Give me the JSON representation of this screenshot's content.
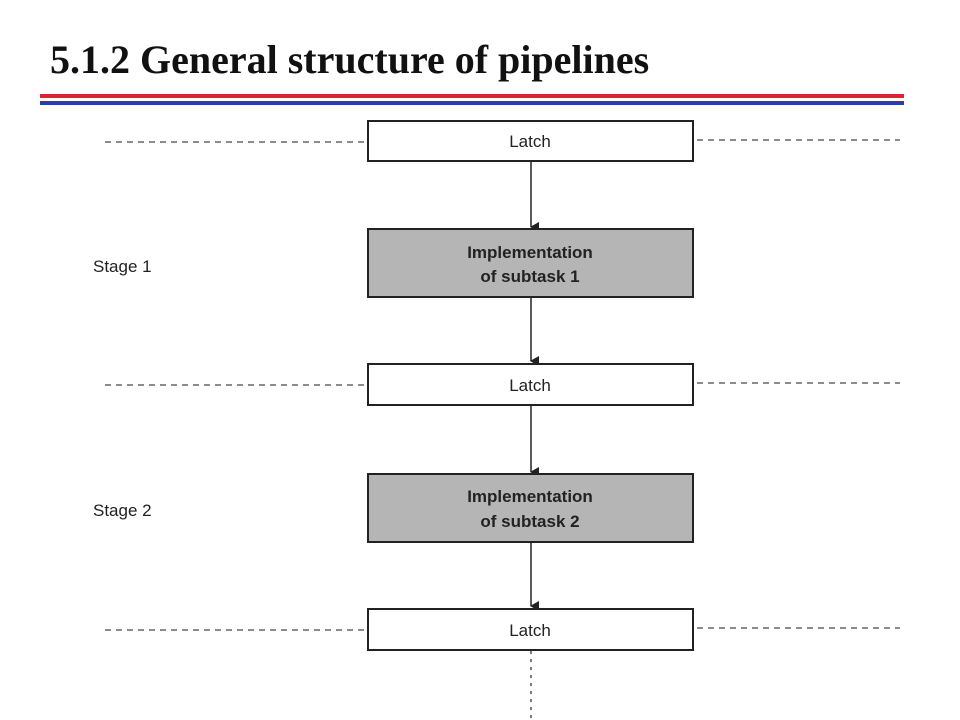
{
  "slide": {
    "title": "5.1.2 General structure of pipelines",
    "rule_colors": {
      "red": "#d9262b",
      "blue": "#2a3ea3"
    }
  },
  "diagram": {
    "latch_label": "Latch",
    "stages": [
      {
        "name": "Stage 1",
        "line1": "Implementation",
        "line2": "of subtask 1"
      },
      {
        "name": "Stage 2",
        "line1": "Implementation",
        "line2": "of subtask 2"
      }
    ],
    "colors": {
      "stage_fill": "#b5b5b5",
      "latch_fill": "#ffffff",
      "stroke": "#222222",
      "dash": "#666666"
    }
  }
}
